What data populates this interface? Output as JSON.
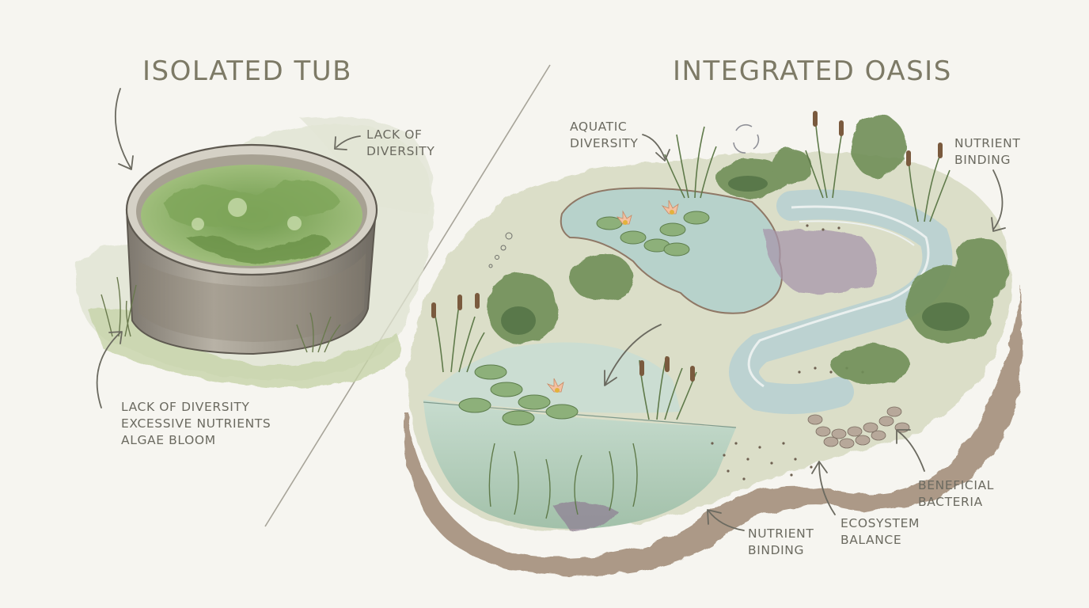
{
  "left_panel": {
    "title": "ISOLATED TUB",
    "label_top": [
      "LACK OF",
      "DIVERSITY"
    ],
    "label_bottom": [
      "LACK OF DIVERSITY",
      "EXCESSIVE NUTRIENTS",
      "ALGAE BLOOM"
    ]
  },
  "right_panel": {
    "title": "INTEGRATED OASIS",
    "label_aquatic": [
      "AQUATIC",
      "DIVERSITY"
    ],
    "label_nutrient_top": [
      "NUTRIENT",
      "BINDING"
    ],
    "label_bacteria": [
      "BENEFICIAL",
      "BACTERIA"
    ],
    "label_ecosystem": [
      "ECOSYSTEM",
      "BALANCE"
    ],
    "label_nutrient_bottom": [
      "NUTRIENT",
      "BINDING"
    ]
  },
  "colors": {
    "background": "#f6f5f0",
    "title": "#7d7a66",
    "label": "#6b6a60",
    "algae_green": "#8fb36c",
    "water_blue": "#b9d3cf",
    "soil_brown": "#a08a74",
    "lily_pink": "#f3c1a2"
  }
}
